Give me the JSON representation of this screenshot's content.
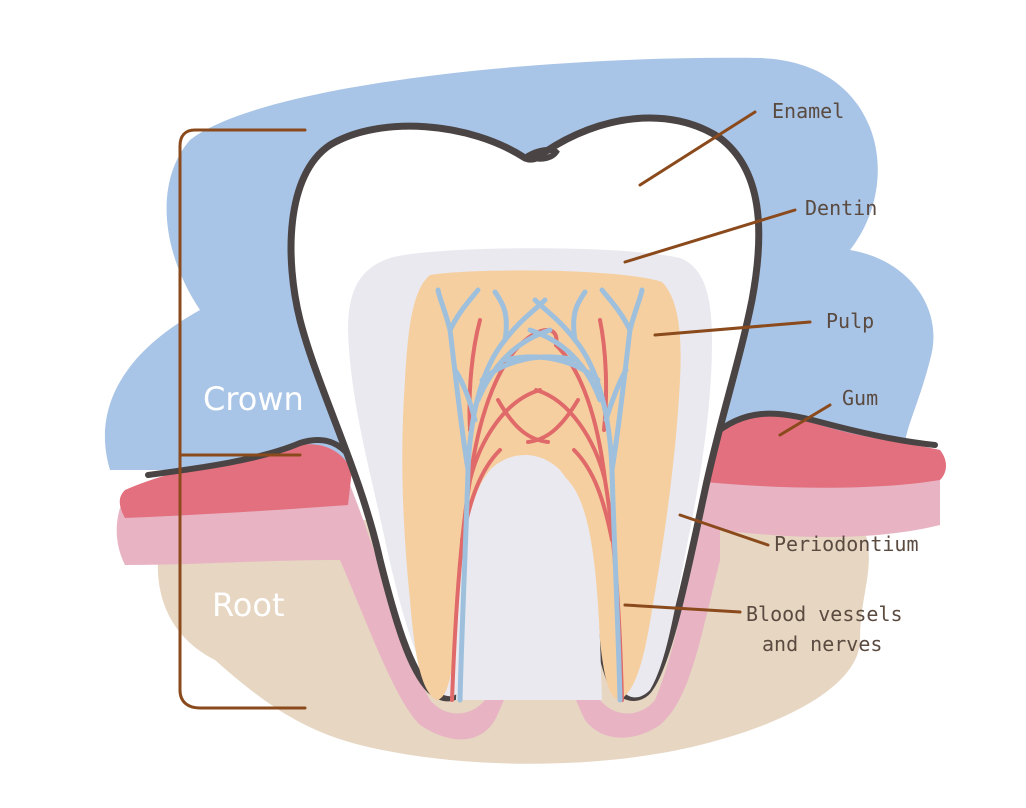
{
  "labels": {
    "enamel": "Enamel",
    "dentin": "Dentin",
    "pulp": "Pulp",
    "gum": "Gum",
    "periodontium": "Periodontium",
    "vessels_line1": "Blood vessels",
    "vessels_line2": "and nerves",
    "crown": "Crown",
    "root": "Root"
  },
  "colors": {
    "background_blob": "#a8c4e6",
    "bone": "#e6d6c2",
    "periodontium": "#e8b4c4",
    "gum": "#e2707e",
    "enamel": "#ffffff",
    "dentin": "#e9e9ef",
    "pulp": "#f6cfa0",
    "vessel_blue": "#9ec0dc",
    "vessel_red": "#e06a6a",
    "outline": "#4a4444",
    "leader": "#8b4a1c"
  }
}
